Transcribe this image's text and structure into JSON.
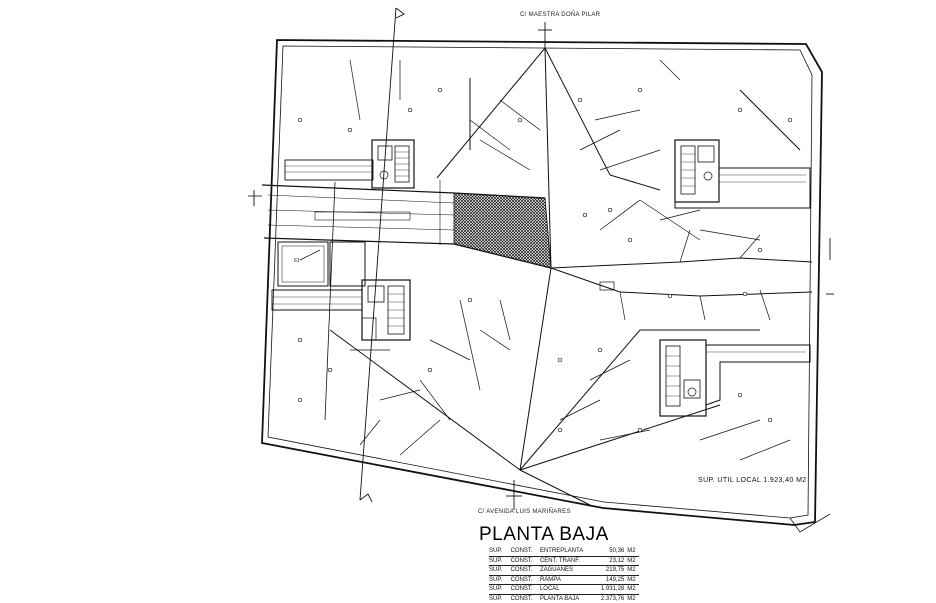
{
  "drawing": {
    "street_north": "C/ MAESTRA DOÑA PILAR",
    "street_south": "C/ AVENIDA LUIS MARIÑARES",
    "area_label": "SUP. UTIL LOCAL   1.923,40 M2",
    "room_tag": "61"
  },
  "title": "PLANTA BAJA",
  "surfaces": [
    {
      "c1": "SUP.",
      "c2": "CONST.",
      "c3": "ENTREPLANTA",
      "value": "50,36",
      "unit": "M2"
    },
    {
      "c1": "SUP.",
      "c2": "CONST.",
      "c3": "CENT. TRANF.",
      "value": "23,12",
      "unit": "M2"
    },
    {
      "c1": "SUP.",
      "c2": "CONST.",
      "c3": "ZAGUANES",
      "value": "219,75",
      "unit": "M2"
    },
    {
      "c1": "SUP.",
      "c2": "CONST.",
      "c3": "RAMPA",
      "value": "149,25",
      "unit": "M2"
    },
    {
      "c1": "SUP.",
      "c2": "CONST.",
      "c3": "LOCAL",
      "value": "1.931,28",
      "unit": "M2"
    },
    {
      "c1": "SUP.",
      "c2": "CONST.",
      "c3": "PLANTA BAJA",
      "value": "2.373,76",
      "unit": "M2"
    }
  ]
}
